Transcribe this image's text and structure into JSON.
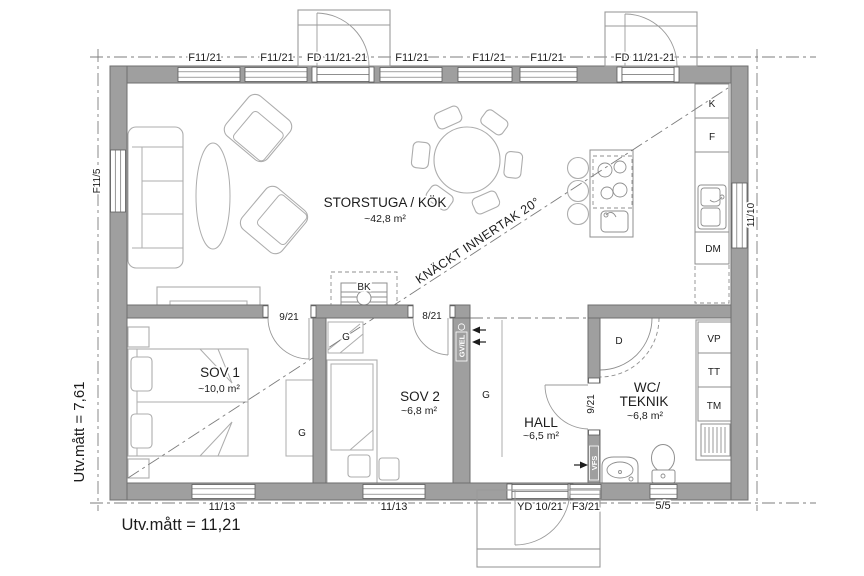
{
  "drawing": {
    "type": "floor-plan",
    "dim_width_label": "Utv.mått = 11,21",
    "dim_height_label": "Utv.mått = 7,61",
    "ceiling_note": "KNÄCKT INNERTAK 20°"
  },
  "colors": {
    "wall_fill": "#9f9f9f",
    "wall_outline": "#6f6f6f",
    "furniture_line": "#adadad",
    "boundary_line": "#7c7c7c",
    "text": "#1c1c1c"
  },
  "rooms": {
    "storstuga": {
      "name": "STORSTUGA / KÖK",
      "area": "~42,8 m²"
    },
    "sov1": {
      "name": "SOV 1",
      "area": "~10,0 m²"
    },
    "sov2": {
      "name": "SOV 2",
      "area": "~6,8 m²"
    },
    "hall": {
      "name": "HALL",
      "area": "~6,5 m²"
    },
    "wc": {
      "name_line1": "WC/",
      "name_line2": "TEKNIK",
      "area": "~6,8 m²"
    }
  },
  "openings": {
    "top": [
      "F11/21",
      "F11/21",
      "FD 11/21-21",
      "F11/21",
      "F11/21",
      "F11/21",
      "FD 11/21-21"
    ],
    "bottom": [
      "11/13",
      "11/13",
      "YD 10/21",
      "F3/21",
      "5/5"
    ],
    "left": [
      "F11/5"
    ],
    "right": [
      "11/10"
    ],
    "interior_doors": [
      "9/21",
      "8/21",
      "9/21"
    ]
  },
  "fixtures": {
    "fridge": "K",
    "freezer": "F",
    "dishwasher": "DM",
    "wood_stove": "BK",
    "heat_pump": "VP",
    "dryer": "TT",
    "washer": "TM",
    "shower": "D",
    "wardrobe": "G",
    "floor_heat_el": "GV/EL",
    "water_cabinet": "VFS"
  }
}
